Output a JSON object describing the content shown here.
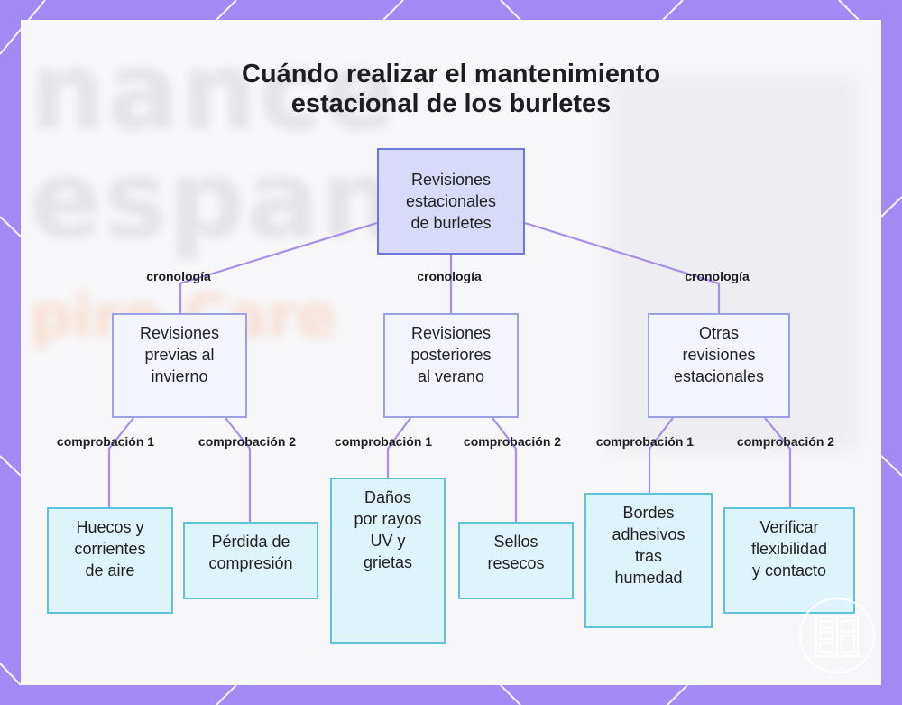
{
  "title": {
    "line1": "Cuándo realizar el mantenimiento",
    "line2": "estacional de los burletes"
  },
  "background_text": {
    "line1": "nance",
    "line2": "espan",
    "line3": "pire Care"
  },
  "root": {
    "label": "Revisiones\nestacionales\nde burletes"
  },
  "edge_labels": {
    "timeline": "cronología",
    "check1": "comprobación 1",
    "check2": "comprobación 2"
  },
  "categories": [
    {
      "label": "Revisiones\nprevias al\ninvierno",
      "checks": [
        "Huecos y\ncorrientes\nde aire",
        "Pérdida de\ncompresión"
      ]
    },
    {
      "label": "Revisiones\nposteriores\nal verano",
      "checks": [
        "Daños\npor rayos\nUV y\ngrietas",
        "Sellos\nresecos"
      ]
    },
    {
      "label": "Otras\nrevisiones\nestacionales",
      "checks": [
        "Bordes\nadhesivos\ntras\nhumedad",
        "Verificar\nflexibilidad\ny contacto"
      ]
    }
  ],
  "colors": {
    "frame": "#a28af5",
    "connector": "#a88ee8",
    "root_fill": "#d9dafa",
    "category_fill": "#f3f4fd",
    "leaf_fill": "#ddf4fb",
    "leaf_border": "#5ec3da"
  },
  "icons": [
    "door-logo-icon"
  ]
}
